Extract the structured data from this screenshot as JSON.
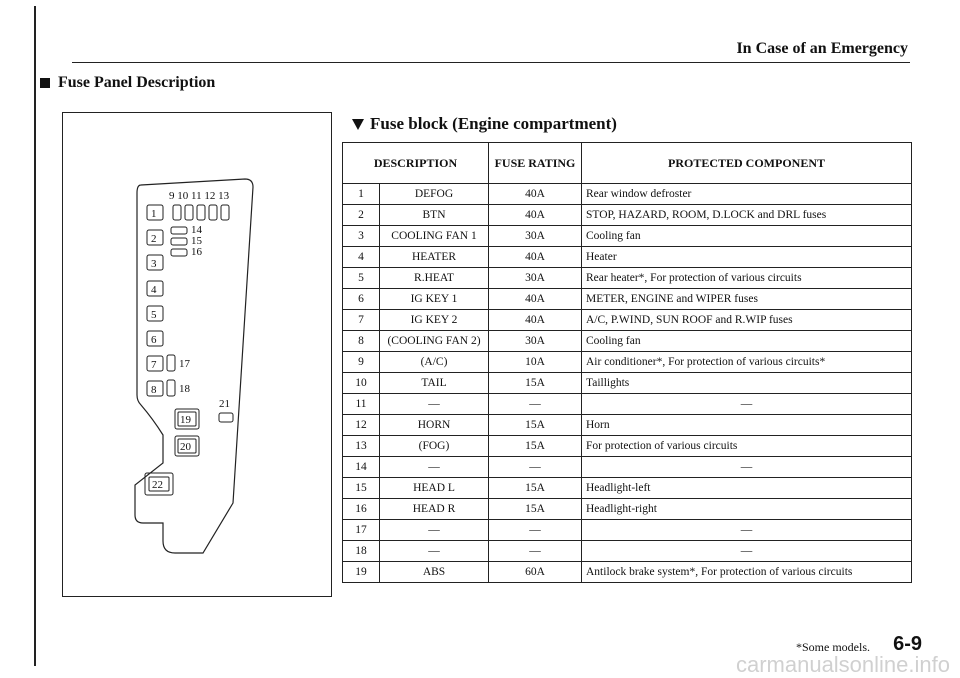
{
  "header": {
    "title": "In Case of an Emergency"
  },
  "section": {
    "title": "Fuse Panel Description"
  },
  "block": {
    "title": "Fuse block (Engine compartment)"
  },
  "table": {
    "headers": {
      "description": "DESCRIPTION",
      "rating": "FUSE RATING",
      "component": "PROTECTED COMPONENT"
    },
    "rows": [
      {
        "no": "1",
        "desc": "DEFOG",
        "rating": "40A",
        "comp": "Rear window defroster"
      },
      {
        "no": "2",
        "desc": "BTN",
        "rating": "40A",
        "comp": "STOP, HAZARD, ROOM, D.LOCK and DRL fuses"
      },
      {
        "no": "3",
        "desc": "COOLING FAN 1",
        "rating": "30A",
        "comp": "Cooling fan"
      },
      {
        "no": "4",
        "desc": "HEATER",
        "rating": "40A",
        "comp": "Heater"
      },
      {
        "no": "5",
        "desc": "R.HEAT",
        "rating": "30A",
        "comp": "Rear heater*, For protection of various circuits"
      },
      {
        "no": "6",
        "desc": "IG KEY 1",
        "rating": "40A",
        "comp": "METER, ENGINE and WIPER fuses"
      },
      {
        "no": "7",
        "desc": "IG KEY 2",
        "rating": "40A",
        "comp": "A/C, P.WIND, SUN ROOF and R.WIP fuses"
      },
      {
        "no": "8",
        "desc": "(COOLING FAN 2)",
        "rating": "30A",
        "comp": "Cooling fan"
      },
      {
        "no": "9",
        "desc": "(A/C)",
        "rating": "10A",
        "comp": "Air conditioner*, For protection of various circuits*"
      },
      {
        "no": "10",
        "desc": "TAIL",
        "rating": "15A",
        "comp": "Taillights"
      },
      {
        "no": "11",
        "desc": "—",
        "rating": "—",
        "comp": "—"
      },
      {
        "no": "12",
        "desc": "HORN",
        "rating": "15A",
        "comp": "Horn"
      },
      {
        "no": "13",
        "desc": "(FOG)",
        "rating": "15A",
        "comp": "For protection of various circuits"
      },
      {
        "no": "14",
        "desc": "—",
        "rating": "—",
        "comp": "—"
      },
      {
        "no": "15",
        "desc": "HEAD L",
        "rating": "15A",
        "comp": "Headlight-left"
      },
      {
        "no": "16",
        "desc": "HEAD R",
        "rating": "15A",
        "comp": "Headlight-right"
      },
      {
        "no": "17",
        "desc": "—",
        "rating": "—",
        "comp": "—"
      },
      {
        "no": "18",
        "desc": "—",
        "rating": "—",
        "comp": "—"
      },
      {
        "no": "19",
        "desc": "ABS",
        "rating": "60A",
        "comp": "Antilock brake system*, For protection of various circuits"
      }
    ]
  },
  "diagram": {
    "top_label": "9 10 11 12 13",
    "left_slots": [
      "1",
      "2",
      "3",
      "4",
      "5",
      "6",
      "7",
      "8"
    ],
    "side_labels": [
      "14",
      "15",
      "16",
      "17",
      "18"
    ],
    "label_21": "21",
    "slot_19": "19",
    "slot_20": "20",
    "slot_22": "22"
  },
  "footer": {
    "footnote": "*Some models.",
    "page": "6-9",
    "watermark": "carmanualsonline.info"
  }
}
